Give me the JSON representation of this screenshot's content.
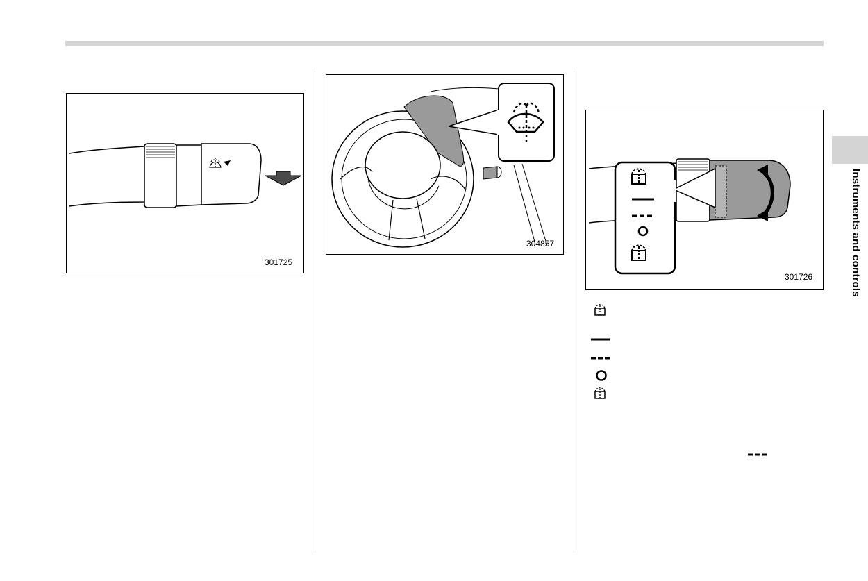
{
  "section_tab": {
    "label": "Instruments and controls"
  },
  "figures": [
    {
      "id": "301725"
    },
    {
      "id": "304857"
    },
    {
      "id": "301726"
    }
  ],
  "legend": {
    "items": [
      "washer-mist-icon",
      "solid-line-icon",
      "dashed-line-icon",
      "circle-off-icon",
      "washer-mist-icon"
    ],
    "trailing_symbol": "dashed-line-icon"
  }
}
